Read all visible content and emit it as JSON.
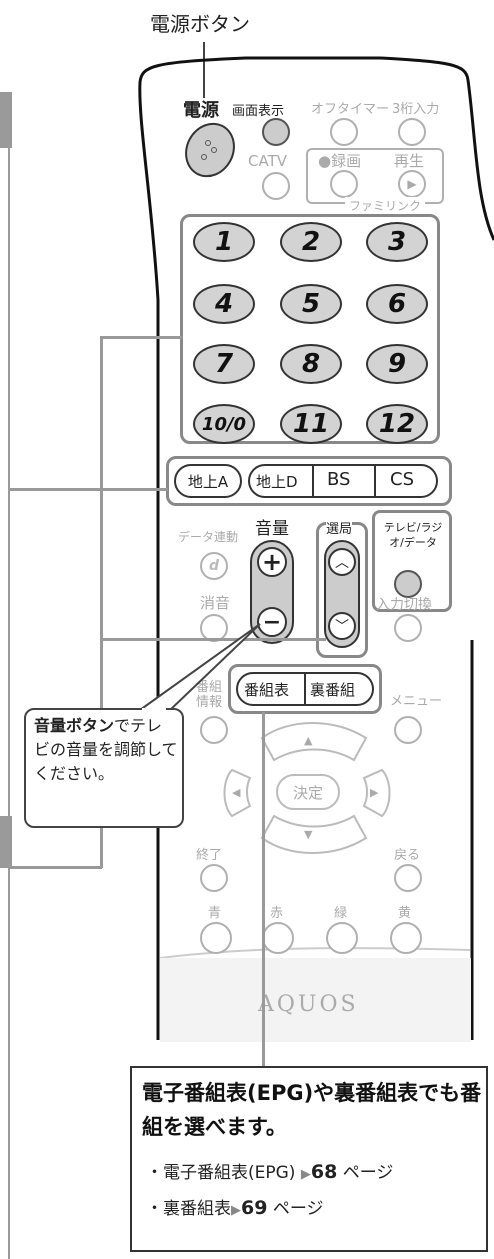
{
  "top_label": "電源ボタン",
  "row1_labels": {
    "power": "電源",
    "display": "画面表示",
    "offtimer": "オフタイマー",
    "three_digit": "3桁入力"
  },
  "row2_labels": {
    "catv": "CATV",
    "record": "●録画",
    "play": "再生",
    "familink": "ファミリンク"
  },
  "number_buttons": [
    "1",
    "2",
    "3",
    "4",
    "5",
    "6",
    "7",
    "8",
    "9",
    "10/0",
    "11",
    "12"
  ],
  "broadcast_buttons": [
    "地上A",
    "地上D",
    "BS",
    "CS"
  ],
  "volume": {
    "label": "音量",
    "plus": "+",
    "minus": "−"
  },
  "channel": {
    "label": "選局"
  },
  "tv_radio_data": "テレビ/ラジオ/データ",
  "data_link": "データ連動",
  "d_mark": "d",
  "mute": "消音",
  "input_switch": "入力切換",
  "epg_buttons": [
    "番組表",
    "裏番組"
  ],
  "program_info": "番組情報",
  "menu": "メニュー",
  "enter": "決定",
  "exit": "終了",
  "back": "戻る",
  "color_buttons": [
    "青",
    "赤",
    "緑",
    "黄"
  ],
  "brand": "AQUOS",
  "callout": {
    "bold": "音量ボタン",
    "rest": "でテレビの音量を調節してください。"
  },
  "info_box": {
    "heading": "電子番組表(EPG)や裏番組表でも番組を選べます。",
    "items": [
      {
        "text": "電子番組表(EPG)",
        "page": "68",
        "suffix": "ページ"
      },
      {
        "text": "裏番組表",
        "page": "69",
        "suffix": "ページ"
      }
    ]
  }
}
